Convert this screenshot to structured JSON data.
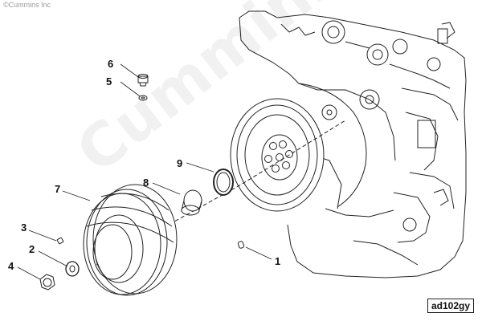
{
  "copyright": "©Cummins Inc",
  "watermark": "Cummins",
  "drawing_code": "ad102gy",
  "callouts": {
    "c1": "1",
    "c2": "2",
    "c3": "3",
    "c4": "4",
    "c5": "5",
    "c6": "6",
    "c7": "7",
    "c8": "8",
    "c9": "9"
  }
}
